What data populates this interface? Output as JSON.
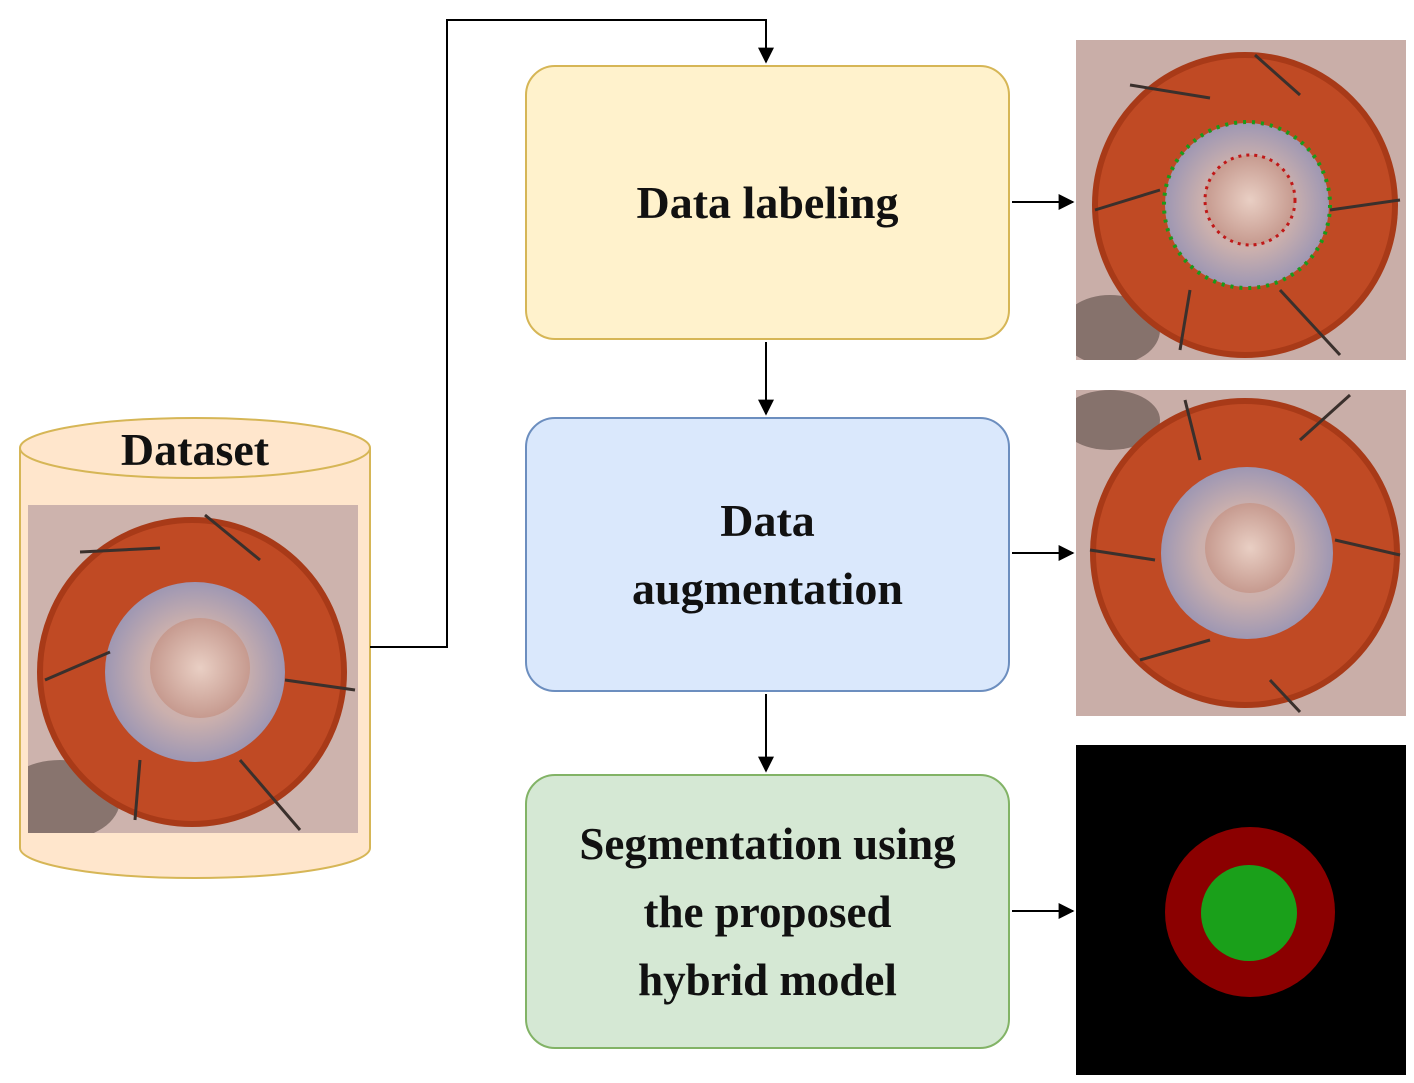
{
  "nodes": {
    "dataset": {
      "label": "Dataset"
    },
    "labeling": {
      "label": "Data labeling"
    },
    "augmentation": {
      "lines": [
        "Data",
        "augmentation"
      ]
    },
    "segmentation": {
      "lines": [
        "Segmentation using",
        "the proposed",
        "hybrid model"
      ]
    }
  },
  "images": {
    "dataset_photo": "eye-surgery-photo",
    "labeled_photo": "eye-photo-with-contour-annotations",
    "augmented_photo": "flipped-eye-photo",
    "mask": "segmentation-mask"
  },
  "colors": {
    "labeling_fill": "#fff2cc",
    "augmentation_fill": "#dae8fc",
    "segmentation_fill": "#d5e8d4",
    "dataset_fill": "#ffe6cc",
    "cylinder_stroke": "#d6b656",
    "outer_contour": "#1a9a1a",
    "inner_contour": "#c01818",
    "mask_outer": "#8b0000",
    "mask_inner": "#1aa01a",
    "mask_background": "#000000"
  }
}
